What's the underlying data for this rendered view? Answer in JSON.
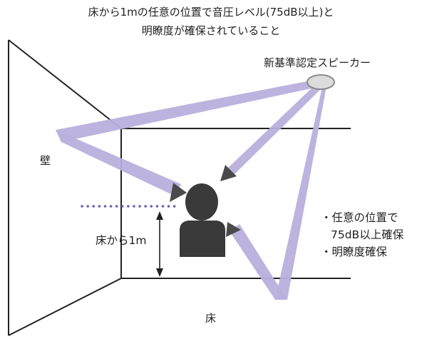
{
  "title_lines": [
    "床から1mの任意の位置で音圧レベル(75dB以上)と",
    "明瞭度が確保されていること"
  ],
  "labels": {
    "speaker": "新基準認定スピーカー",
    "wall": "壁",
    "height": "床から1m",
    "floor": "床"
  },
  "notes": [
    "・任意の位置で",
    "75dB以上確保",
    "・明瞭度確保"
  ],
  "colors": {
    "beam": "#b8b0dc",
    "beam_dark": "#9b92cc",
    "person": "#3a3a3a",
    "dotted_line": "#6c5fb0",
    "speaker_fill": "#dcdcdc"
  }
}
